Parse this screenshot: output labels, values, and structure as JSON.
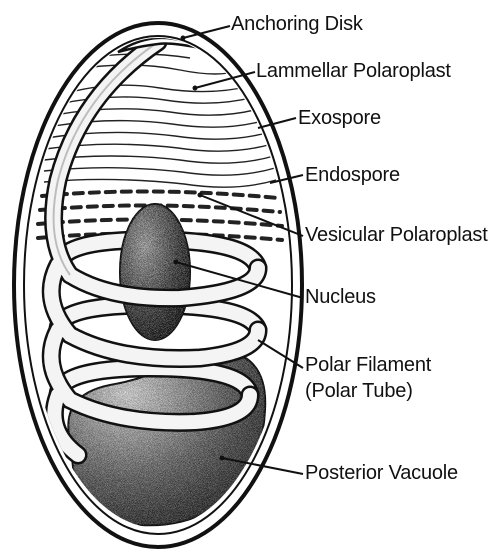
{
  "diagram": {
    "labels": {
      "anchoring_disk": "Anchoring Disk",
      "lamellar_polaroplast": "Lammellar Polaroplast",
      "exospore": "Exospore",
      "endospore": "Endospore",
      "vesicular_polaroplast": "Vesicular Polaroplast",
      "nucleus": "Nucleus",
      "polar_filament_line1": "Polar Filament",
      "polar_filament_line2": "(Polar Tube)",
      "posterior_vacuole": "Posterior Vacuole"
    },
    "colors": {
      "ink": "#111111",
      "background": "#ffffff"
    }
  }
}
